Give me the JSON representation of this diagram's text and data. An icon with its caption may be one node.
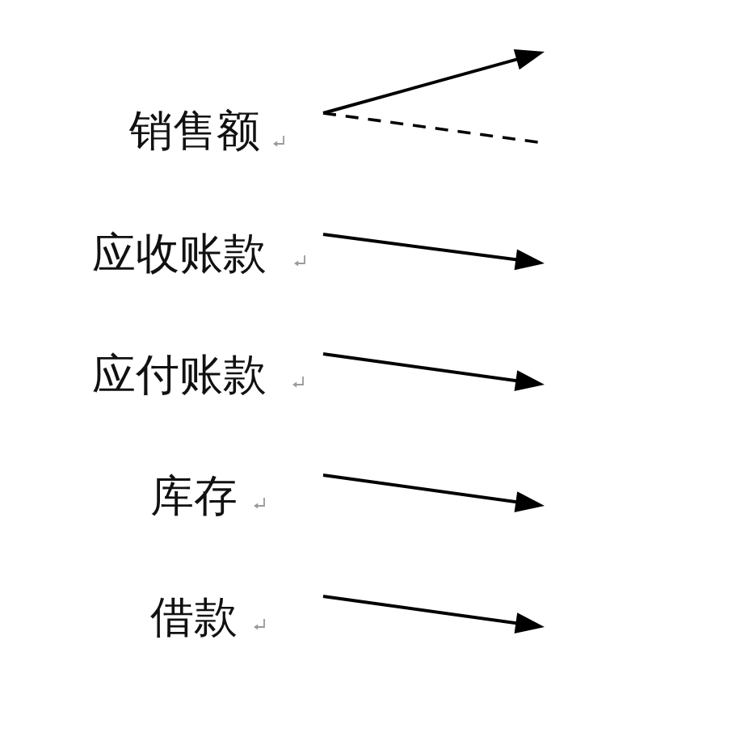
{
  "diagram": {
    "labels": [
      "销售额",
      "应收账款",
      "应付账款",
      "库存",
      "借款"
    ]
  }
}
